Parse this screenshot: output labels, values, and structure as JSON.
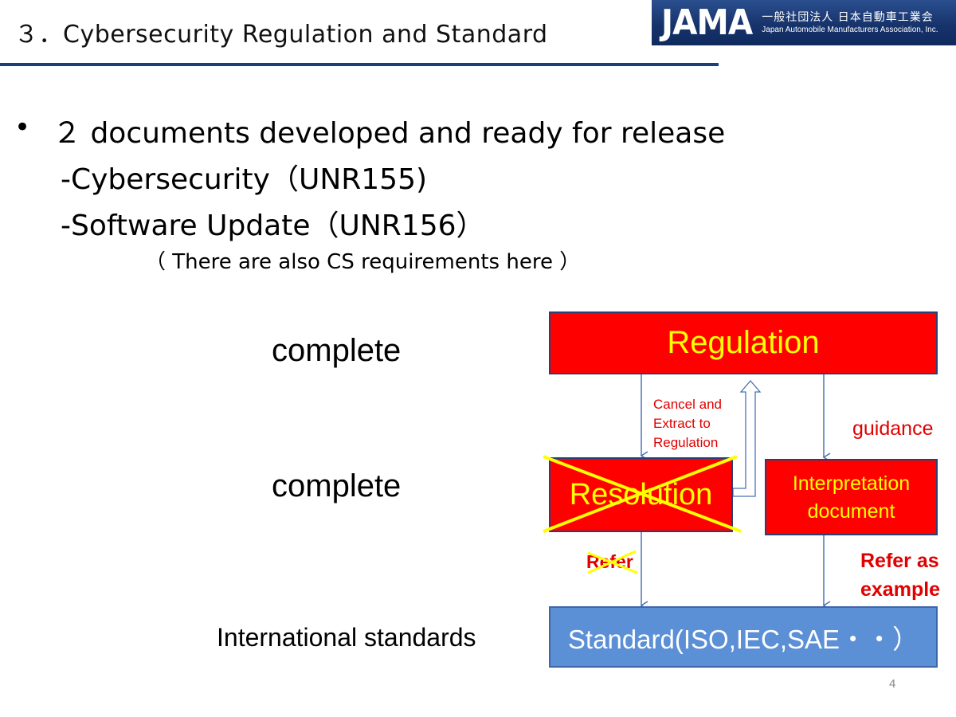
{
  "header": {
    "title": "３．Cybersecurity Regulation and Standard",
    "logo": {
      "mark": "JAMA",
      "japanese": "一般社団法人 日本自動車工業会",
      "english": "Japan Automobile Manufacturers Association, Inc."
    }
  },
  "bullets": {
    "dot": "•",
    "main": "２ documents developed and ready for release",
    "sub_items": [
      "-Cybersecurity（UNR155)",
      "-Software Update（UNR156）"
    ],
    "note": "（ There are also CS requirements here ）"
  },
  "diagram": {
    "labels": {
      "complete_1": "complete",
      "complete_2": "complete",
      "international": "International standards"
    },
    "boxes": {
      "regulation": "Regulation",
      "resolution": "Resolution",
      "interpretation_line1": "Interpretation",
      "interpretation_line2": "document",
      "standard": "Standard(ISO,IEC,SAE・・）"
    },
    "annotations": {
      "cancel_line1": "Cancel and",
      "cancel_line2": "Extract to",
      "cancel_line3": "Regulation",
      "guidance": "guidance",
      "refer": "Refer",
      "refer_example_line1": "Refer as",
      "refer_example_line2": "example"
    },
    "colors": {
      "red_box": "#ff0000",
      "yellow_text": "#ffff00",
      "standard_box": "#5b8fd6",
      "arrow": "#4a72b8",
      "cross": "#ffff00"
    }
  },
  "footer": {
    "page_number": "4"
  }
}
